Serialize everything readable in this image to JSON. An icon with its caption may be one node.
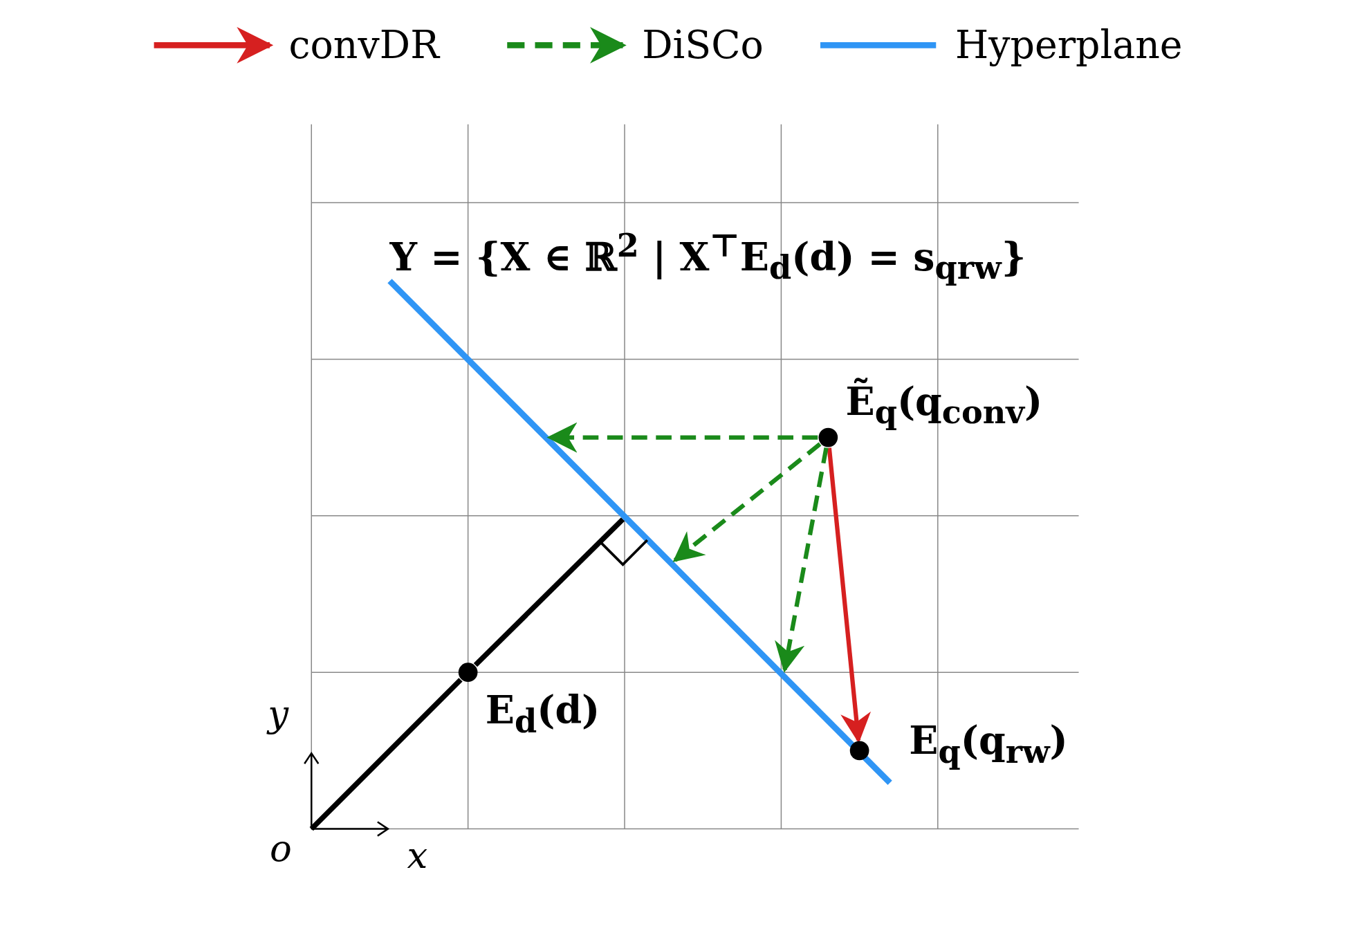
{
  "diagram": {
    "nodes": [
      {
        "text": [
          "Ẽ$_{q}$(q$_{conv}$)"
        ]
      },
      {
        "text": [
          "E$_{q}$(q$_{rw}$)"
        ]
      },
      {
        "text": [
          "E$_{d}$(d)"
        ]
      },
      {
        "text": [
          "o"
        ]
      }
    ],
    "edges": [
      {
        "from": 0,
        "to": 1,
        "arrow": "to",
        "color": "#d62020"
      },
      {
        "from": 0,
        "to": null,
        "arrow": "to",
        "style": "dashed"
      },
      {
        "from": 0,
        "to": null,
        "arrow": "to",
        "style": "dashed"
      },
      {
        "from": 0,
        "to": null,
        "arrow": "to",
        "style": "dashed"
      },
      {
        "from": 3,
        "to": 2,
        "arrow": "none",
        "color": "#000000"
      },
      {
        "from": 2,
        "to": null,
        "arrow": "none",
        "color": "#000000"
      }
    ],
    "labels": [
      "Y = {X ∈ ℝ$^{2}$ | X$^{⊤}$E$_{d}$(d) = s$_{q}$$_{rw}$}",
      "y",
      "x"
    ],
    "legend": [
      {
        "text": "convDR"
      },
      {
        "text": "DiSCo"
      },
      {
        "text": "Hyperplane"
      }
    ]
  }
}
